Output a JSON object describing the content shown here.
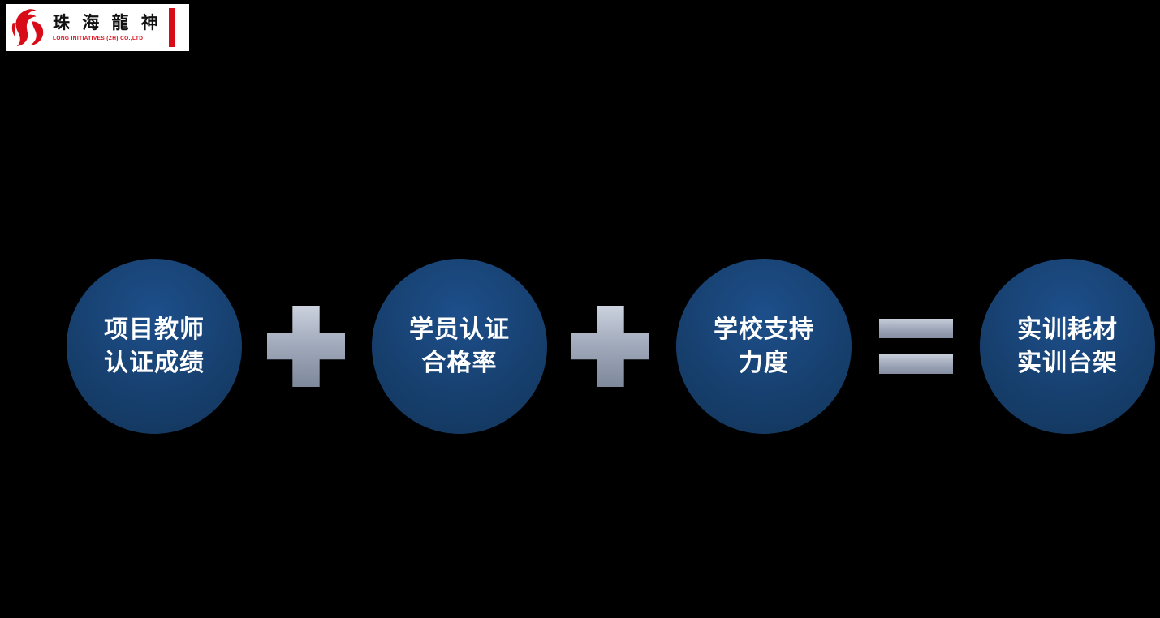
{
  "slide": {
    "background_color": "#000000"
  },
  "logo": {
    "company_name_cn": "珠 海 龍 神",
    "company_name_en": "LONG INITIATIVES (ZH) CO.,LTD",
    "bar_color": "#d80c18",
    "icon": "dragon-logo-icon"
  },
  "formula": {
    "circle_color": "#17406f",
    "operator_color": "#9aa3b5",
    "text_color": "#ffffff",
    "circles": [
      {
        "line1": "项目教师",
        "line2": "认证成绩"
      },
      {
        "line1": "学员认证",
        "line2": "合格率"
      },
      {
        "line1": "学校支持",
        "line2": "力度"
      },
      {
        "line1": "实训耗材",
        "line2": "实训台架"
      }
    ],
    "operators": [
      {
        "symbol": "+"
      },
      {
        "symbol": "+"
      },
      {
        "symbol": "="
      }
    ]
  }
}
